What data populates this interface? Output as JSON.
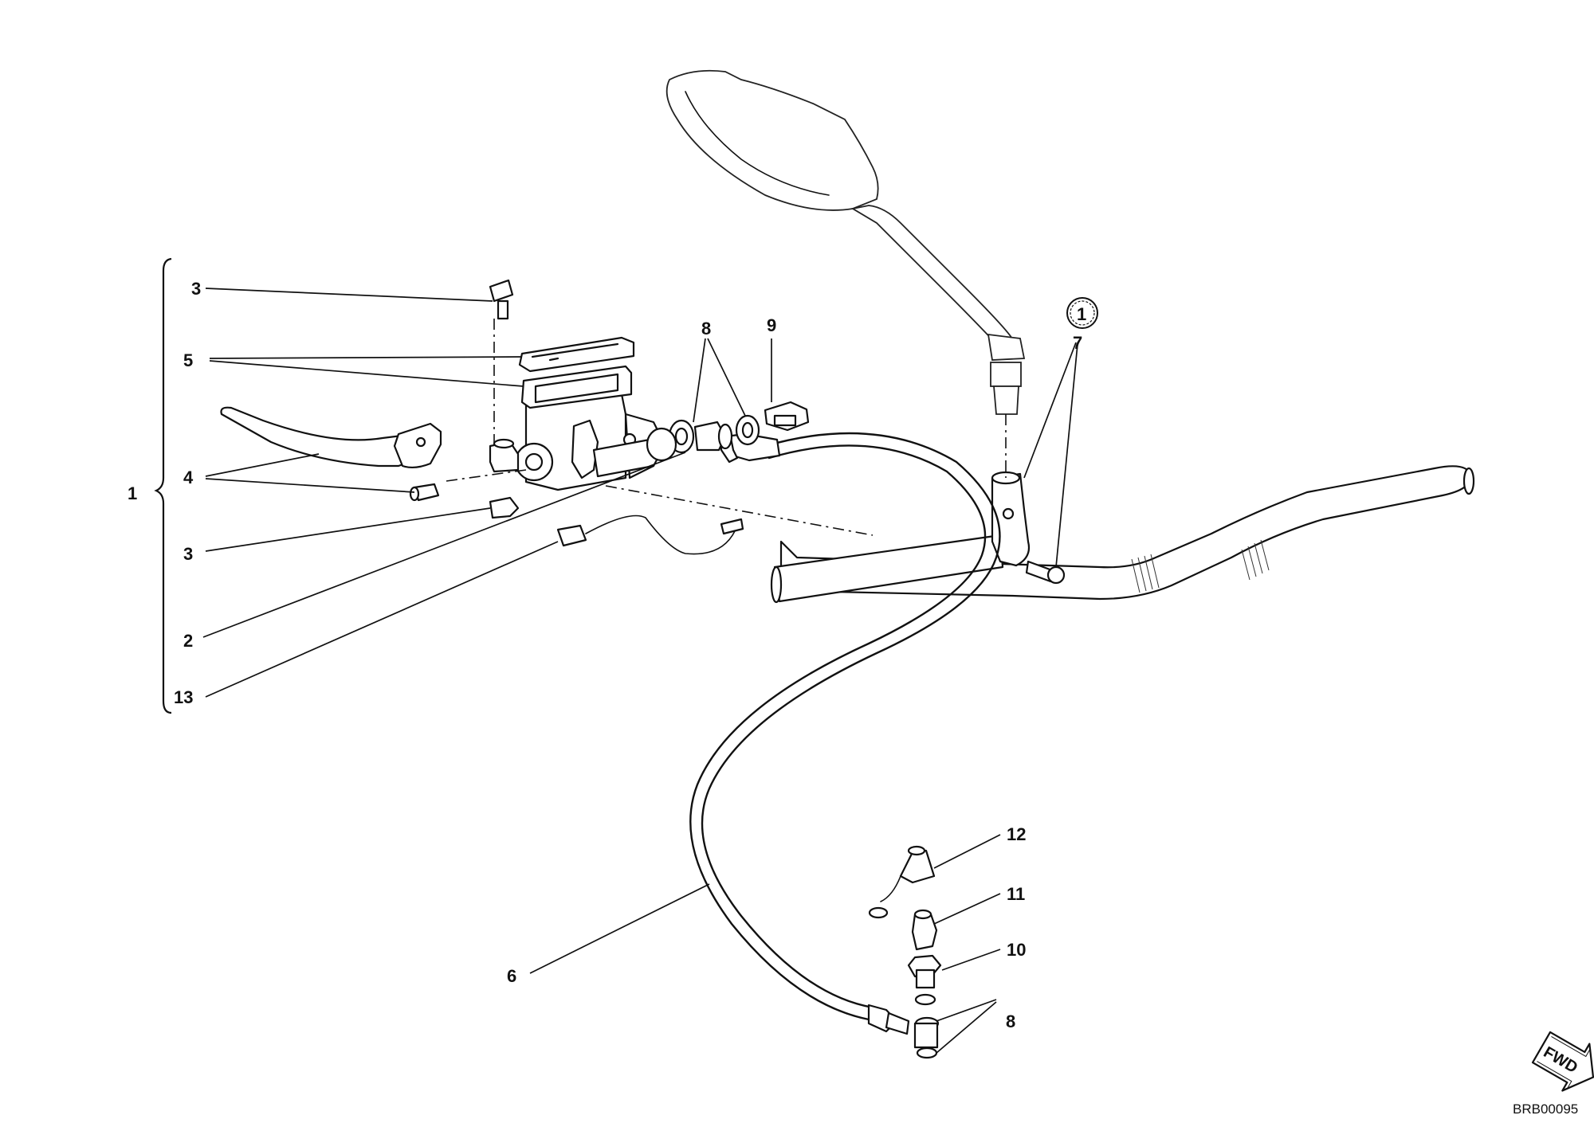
{
  "labels": {
    "n1": "1",
    "n2": "2",
    "n3_top": "3",
    "n3_bottom": "3",
    "n4": "4",
    "n5": "5",
    "n6": "6",
    "n7": "7",
    "n8_top": "8",
    "n8_bottom": "8",
    "n9": "9",
    "n10": "10",
    "n11": "11",
    "n12": "12",
    "n13": "13",
    "circled_ref": "1"
  },
  "fwd_arrow": {
    "text": "FWD"
  },
  "drawing_code": "BRB00095"
}
